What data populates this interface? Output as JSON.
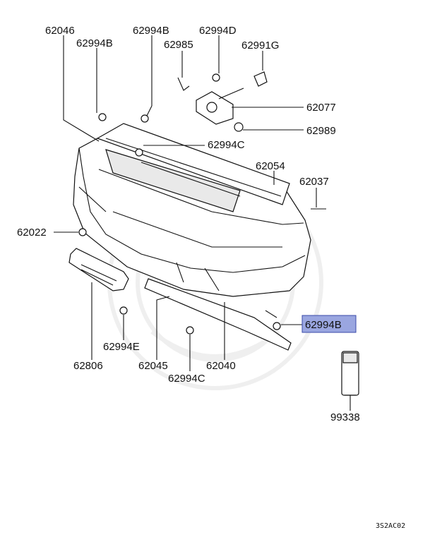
{
  "callouts": {
    "p62046": "62046",
    "p62994B_top": "62994B",
    "p62994D": "62994D",
    "p62994B_left": "62994B",
    "p62985": "62985",
    "p62991G": "62991G",
    "p62077": "62077",
    "p62989": "62989",
    "p62994C_top": "62994C",
    "p62054": "62054",
    "p62037": "62037",
    "p62022": "62022",
    "p62994B_highlight": "62994B",
    "p62994E": "62994E",
    "p62806": "62806",
    "p62045": "62045",
    "p62040": "62040",
    "p62994C_bottom": "62994C",
    "p99338": "99338"
  },
  "diagram_code": "3S2AC02",
  "colors": {
    "highlight": "#9aa6e0",
    "line": "#111111"
  }
}
